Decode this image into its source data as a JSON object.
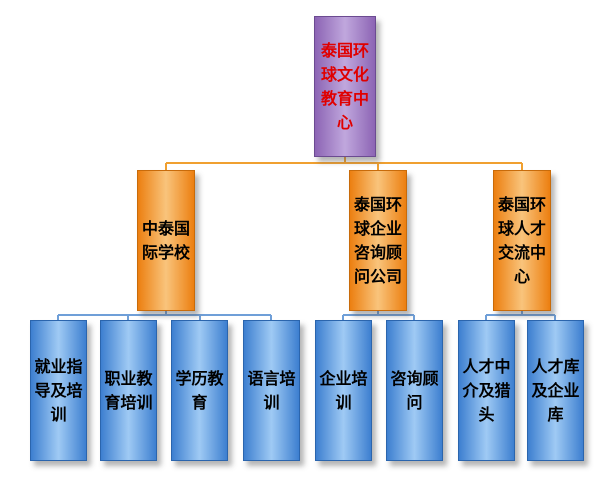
{
  "root": {
    "label": "泰国环球文化教育中心",
    "lines": [
      "泰国环",
      "球文化",
      "教育中",
      "心"
    ]
  },
  "branches": [
    {
      "label": "中泰国际学校",
      "lines": [
        "中泰国",
        "际学校"
      ],
      "children": [
        {
          "label": "就业指导及培训",
          "lines": [
            "就业指",
            "导及培",
            "训"
          ]
        },
        {
          "label": "职业教育培训",
          "lines": [
            "职业教",
            "育培训"
          ]
        },
        {
          "label": "学历教育",
          "lines": [
            "学历教",
            "育"
          ]
        },
        {
          "label": "语言培训",
          "lines": [
            "语言培",
            "训"
          ]
        }
      ]
    },
    {
      "label": "泰国环球企业咨询顾问公司",
      "lines": [
        "泰国环",
        "球企业",
        "咨询顾",
        "问公司"
      ],
      "children": [
        {
          "label": "企业培训",
          "lines": [
            "企业培",
            "训"
          ]
        },
        {
          "label": "咨询顾问",
          "lines": [
            "咨询顾",
            "问"
          ]
        }
      ]
    },
    {
      "label": "泰国环球人才交流中心",
      "lines": [
        "泰国环",
        "球人才",
        "交流中",
        "心"
      ],
      "children": [
        {
          "label": "人才中介及猎头",
          "lines": [
            "人才中",
            "介及猎",
            "头"
          ]
        },
        {
          "label": "人才库及企业库",
          "lines": [
            "人才库",
            "及企业",
            "库"
          ]
        }
      ]
    }
  ],
  "colors": {
    "root_fill": "#8c64b4",
    "root_text": "#e00000",
    "level1_fill": "#ec7f10",
    "level2_fill": "#3d7fd0",
    "connector_orange": "#f0a030",
    "connector_blue": "#6f9fd8"
  }
}
